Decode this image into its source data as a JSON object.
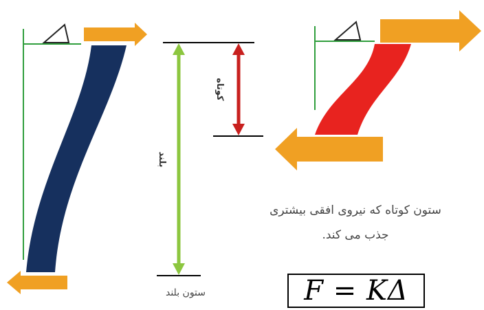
{
  "labels": {
    "delta_symbol": "Δ",
    "short_vertical": "کوتاه",
    "long_vertical": "بلند",
    "caption_short_line1": "ستون کوتاه که نیروی افقی بیشتری",
    "caption_short_line2": "جذب می کند.",
    "caption_long": "ستون بلند",
    "formula": "F = KΔ"
  },
  "colors": {
    "long_column": "#16305e",
    "short_column": "#e8231f",
    "force_arrow": "#f0a023",
    "long_dimension": "#8cc63f",
    "short_dimension": "#c8201e",
    "reference_line": "#2f9e3c",
    "dimension_tick": "#000000"
  },
  "icons": {
    "delta": "triangle-outline-icon",
    "force": "block-arrow-icon"
  }
}
